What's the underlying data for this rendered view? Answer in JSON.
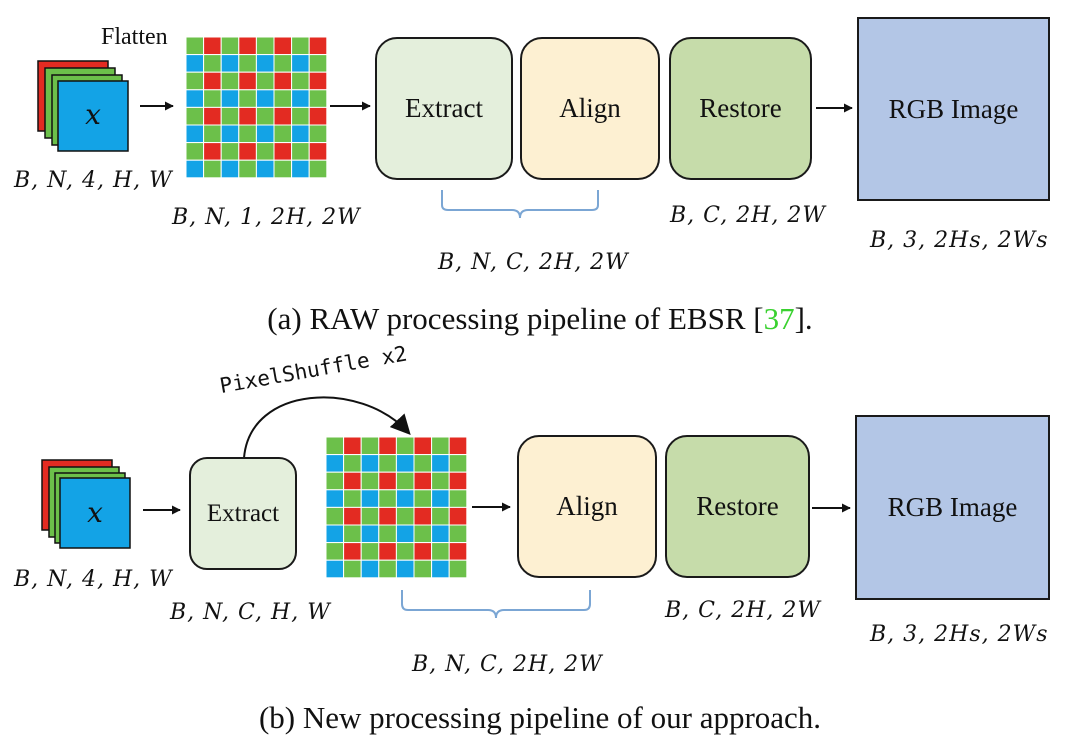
{
  "panel_a": {
    "input_var": "x",
    "input_dims": "B, N, 4, H, W",
    "flatten_label": "Flatten",
    "mosaic_dims": "B, N, 1, 2H, 2W",
    "extract_label": "Extract",
    "align_label": "Align",
    "brace_dims": "B, N, C, 2H, 2W",
    "restore_label": "Restore",
    "restore_dims": "B, C, 2H, 2W",
    "output_label": "RGB Image",
    "output_dims": "B, 3, 2Hs, 2Ws",
    "caption_text": "(a) RAW processing pipeline of EBSR [",
    "caption_cite": "37",
    "caption_end": "]."
  },
  "panel_b": {
    "input_var": "x",
    "input_dims": "B, N, 4, H, W",
    "extract_label": "Extract",
    "extract_dims": "B, N, C, H, W",
    "shuffle_label": "PixelShuffle x2",
    "align_label": "Align",
    "brace_dims": "B, N, C, 2H, 2W",
    "restore_label": "Restore",
    "restore_dims": "B, C, 2H, 2W",
    "output_label": "RGB Image",
    "output_dims": "B, 3, 2Hs, 2Ws",
    "caption": "(b) New processing pipeline of our approach."
  },
  "colors": {
    "channel_red": "#e32b22",
    "channel_green": "#6cc04a",
    "channel_blue": "#13a3e6",
    "extract_fill": "#e4efdc",
    "align_fill": "#fdf0d2",
    "restore_fill": "#c6dcaa",
    "rgb_fill": "#b3c6e6",
    "brace_color": "#7ba6d4",
    "cite_color": "#39d12f"
  }
}
